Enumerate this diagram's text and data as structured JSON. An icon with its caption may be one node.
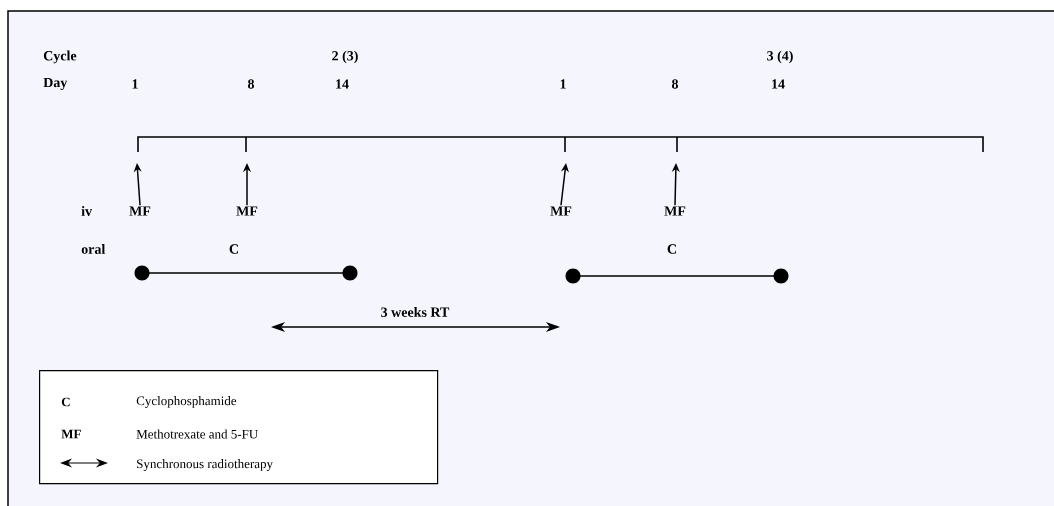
{
  "diagram": {
    "nodes": [
      {
        "text": [
          "MF"
        ]
      },
      {
        "text": [
          "MF"
        ]
      },
      {
        "text": [
          "MF"
        ]
      },
      {
        "text": [
          "MF"
        ]
      },
      {
        "text": [
          "C",
          "Cyclophosphamide",
          "MF",
          "Methotrexate and 5-FU",
          "Synchronous radiotherapy"
        ]
      }
    ],
    "edges": [
      {
        "from": 0,
        "to": null,
        "arrow": "to"
      },
      {
        "from": 1,
        "to": null,
        "arrow": "to"
      },
      {
        "from": 2,
        "to": null,
        "arrow": "to"
      },
      {
        "from": 3,
        "to": null,
        "arrow": "to"
      }
    ],
    "labels": [
      "Cycle",
      "2 (3)",
      "3 (4)",
      "Day",
      "1",
      "8",
      "14",
      "1",
      "8",
      "14",
      "iv",
      "oral",
      "C",
      "C",
      "3 weeks RT"
    ]
  }
}
